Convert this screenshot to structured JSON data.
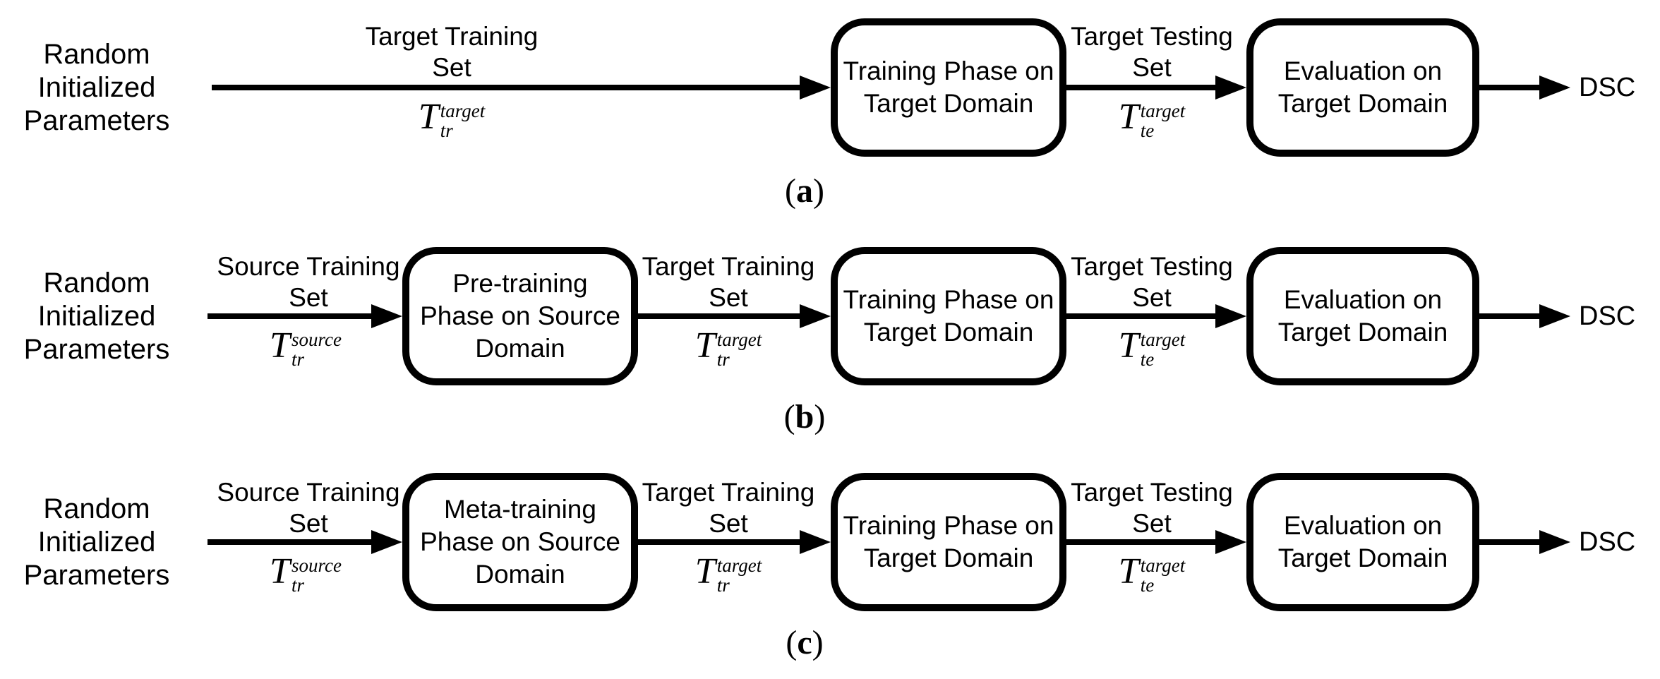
{
  "colors": {
    "ink": "#000000",
    "background": "#ffffff"
  },
  "rows": [
    {
      "caption": {
        "prefix": "(",
        "letter": "a",
        "suffix": ")"
      },
      "start_label": "Random Initialized Parameters",
      "arrow1": {
        "label": "Target Training Set",
        "math": {
          "base": "T",
          "sub": "tr",
          "sup": "target"
        }
      },
      "box_train": "Training Phase on Target Domain",
      "arrow2": {
        "label": "Target Testing Set",
        "math": {
          "base": "T",
          "sub": "te",
          "sup": "target"
        }
      },
      "box_eval": "Evaluation on Target Domain",
      "result": "DSC"
    },
    {
      "caption": {
        "prefix": "(",
        "letter": "b",
        "suffix": ")"
      },
      "start_label": "Random Initialized Parameters",
      "arrow1": {
        "label": "Source Training Set",
        "math": {
          "base": "T",
          "sub": "tr",
          "sup": "source"
        }
      },
      "box_source": "Pre-training Phase on Source Domain",
      "arrow2": {
        "label": "Target Training Set",
        "math": {
          "base": "T",
          "sub": "tr",
          "sup": "target"
        }
      },
      "box_train": "Training Phase on Target Domain",
      "arrow3": {
        "label": "Target Testing Set",
        "math": {
          "base": "T",
          "sub": "te",
          "sup": "target"
        }
      },
      "box_eval": "Evaluation on Target Domain",
      "result": "DSC"
    },
    {
      "caption": {
        "prefix": "(",
        "letter": "c",
        "suffix": ")"
      },
      "start_label": "Random Initialized Parameters",
      "arrow1": {
        "label": "Source Training Set",
        "math": {
          "base": "T",
          "sub": "tr",
          "sup": "source"
        }
      },
      "box_source": "Meta-training Phase on Source Domain",
      "arrow2": {
        "label": "Target Training Set",
        "math": {
          "base": "T",
          "sub": "tr",
          "sup": "target"
        }
      },
      "box_train": "Training Phase on Target Domain",
      "arrow3": {
        "label": "Target Testing Set",
        "math": {
          "base": "T",
          "sub": "te",
          "sup": "target"
        }
      },
      "box_eval": "Evaluation on Target Domain",
      "result": "DSC"
    }
  ]
}
